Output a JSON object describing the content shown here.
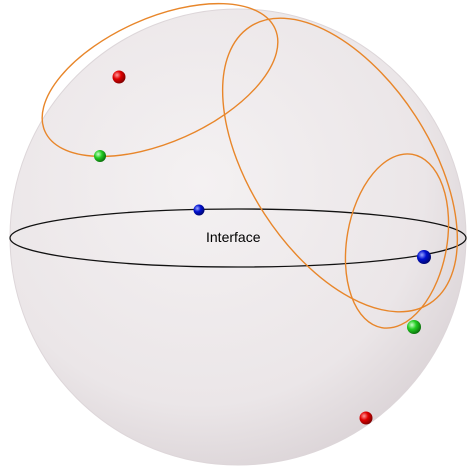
{
  "interface_label": "Interface",
  "colors": {
    "sphere": "#ece8ea",
    "sphere_edge": "#d9d3d6",
    "equator": "#111111",
    "circle": "#e8862a",
    "red_point": "#e00000",
    "green_point": "#22cc22",
    "blue_point": "#0010d0"
  },
  "diagram": {
    "great_circle_count": 1,
    "small_circle_count": 3,
    "point_counts": {
      "red": 2,
      "green": 2,
      "blue": 2
    }
  }
}
